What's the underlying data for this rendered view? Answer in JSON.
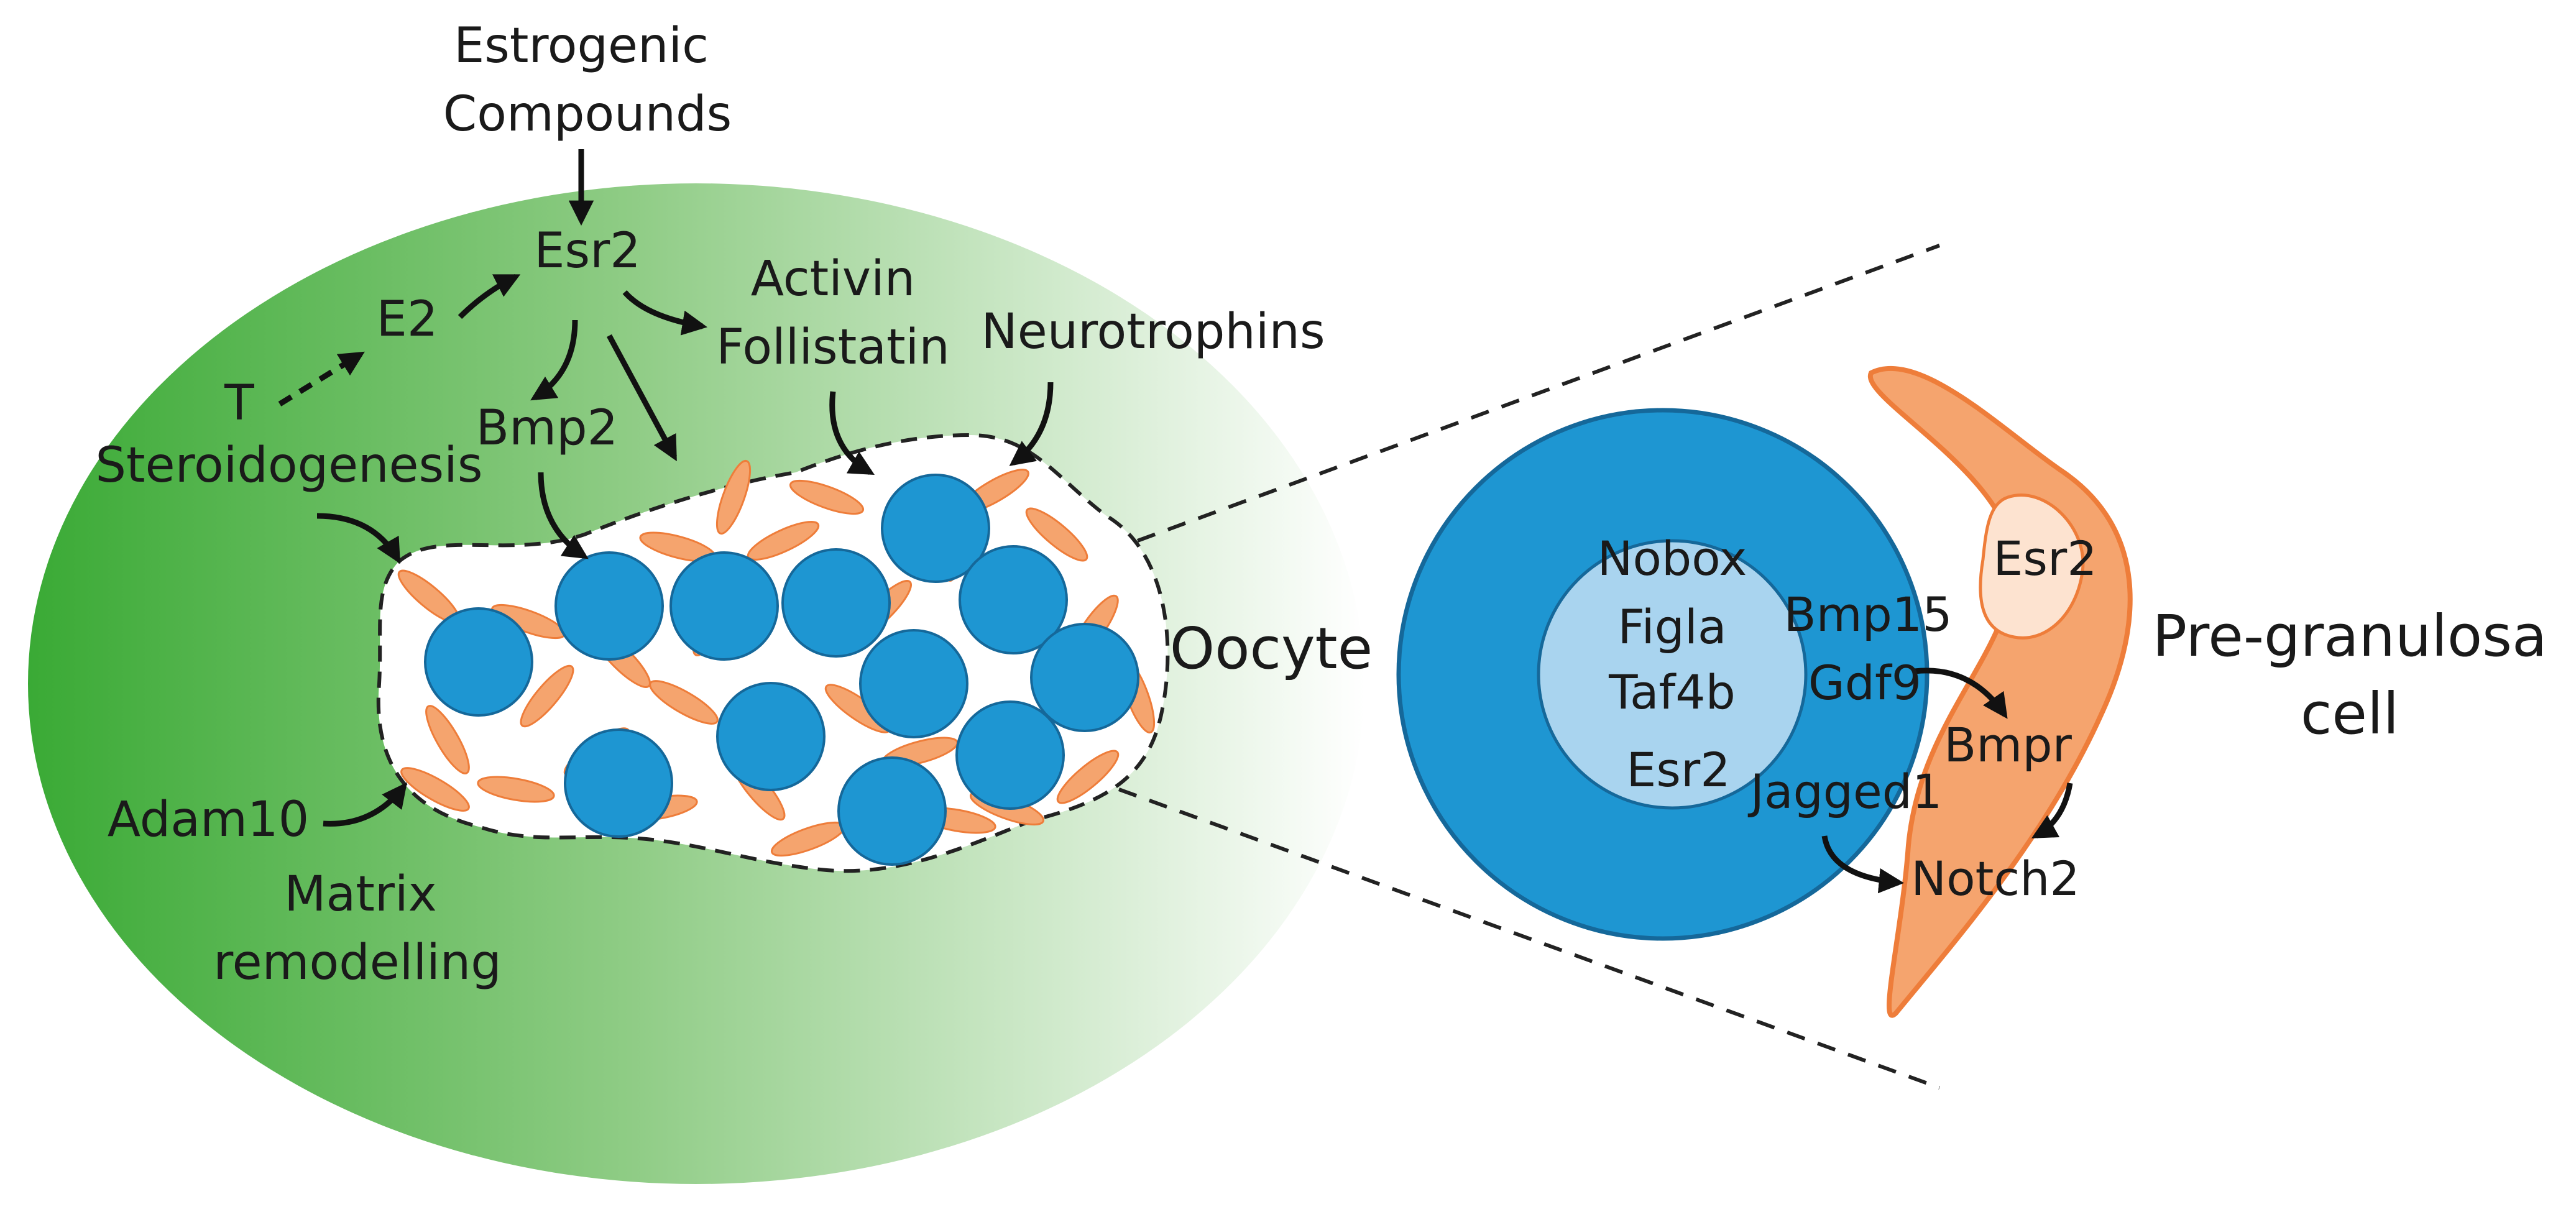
{
  "colors": {
    "ovary_green": "#3aaa35",
    "oocyte_blue": "#1e96d2",
    "nucleus_blue": "#a9d4ef",
    "granulosa_orange": "#f5a46e",
    "granulosa_edge": "#ee7d3a",
    "esr2_nucleus": "#fde3d0",
    "arrow": "#111111"
  },
  "icons": {
    "ovary": "ovary-shape",
    "nest": "germ-cell-nest",
    "arrow": "arrow-icon"
  },
  "ovary_labels": {
    "estrogenic_1": "Estrogenic",
    "estrogenic_2": "Compounds",
    "esr2": "Esr2",
    "e2": "E2",
    "t": "T",
    "steroidogenesis": "Steroidogenesis",
    "bmp2": "Bmp2",
    "activin": "Activin",
    "follistatin": "Follistatin",
    "neurotrophins": "Neurotrophins",
    "adam10": "Adam10",
    "matrix": "Matrix",
    "remodelling": "remodelling"
  },
  "follicle_labels": {
    "oocyte": "Oocyte",
    "nobox": "Nobox",
    "figla": "Figla",
    "taf4b": "Taf4b",
    "esr2_oocyte": "Esr2",
    "bmp15": "Bmp15",
    "gdf9": "Gdf9",
    "jagged1": "Jagged1",
    "esr2_granulosa": "Esr2",
    "bmpr": "Bmpr",
    "notch2": "Notch2",
    "pregranulosa_1": "Pre-granulosa",
    "pregranulosa_2": "cell"
  }
}
